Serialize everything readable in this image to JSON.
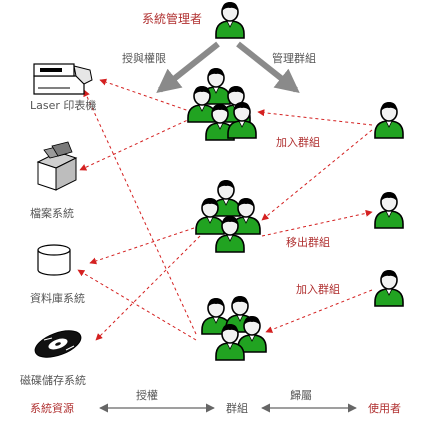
{
  "admin": {
    "label": "系統管理者"
  },
  "arrows": {
    "grant_label": "授與權限",
    "manage_label": "管理群組"
  },
  "resources": {
    "printer": "Laser 印表機",
    "files": "檔案系統",
    "database": "資料庫系統",
    "disk": "磁碟儲存系統"
  },
  "actions": {
    "join_1": "加入群組",
    "move_out": "移出群組",
    "join_2": "加入群組"
  },
  "legend": {
    "resources": "系統資源",
    "authorize": "授權",
    "groups": "群組",
    "belongs": "歸屬",
    "users": "使用者"
  },
  "colors": {
    "person": "#21a321",
    "red_text": "#b03030",
    "dashed": "#d42020",
    "gray_arrow": "#8a8a8a"
  }
}
